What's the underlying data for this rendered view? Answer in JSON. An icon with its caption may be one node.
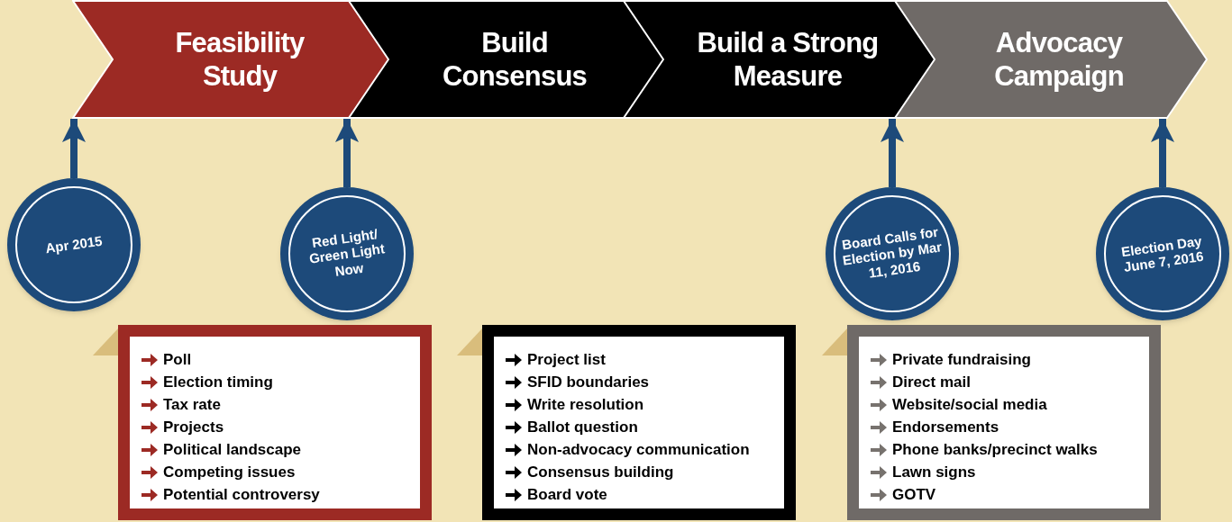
{
  "diagram": {
    "nodes": [
      {
        "text": [
          "Feasibility Study"
        ]
      },
      {
        "text": [
          "Build Consensus"
        ]
      },
      {
        "text": [
          "Build a Strong Measure"
        ]
      },
      {
        "text": [
          "Advocacy Campaign"
        ]
      },
      {
        "text": [
          "Apr 2015"
        ]
      },
      {
        "text": [
          "Red Light/ Green Light Now"
        ]
      },
      {
        "text": [
          "Board Calls for Election by Mar 11, 2016"
        ]
      },
      {
        "text": [
          "Election Day June 7, 2016"
        ]
      },
      {
        "text": [
          "Poll",
          "Election timing",
          "Tax rate",
          "Projects",
          "Political landscape",
          "Competing issues",
          "Potential controversy"
        ]
      },
      {
        "text": [
          "Project list",
          "SFID boundaries",
          "Write resolution",
          "Ballot question",
          "Non-advocacy communication",
          "Consensus building",
          "Board vote"
        ]
      },
      {
        "text": [
          "Private fundraising",
          "Direct mail",
          "Website/social media",
          "Endorsements",
          "Phone banks/precinct walks",
          "Lawn signs",
          "GOTV"
        ]
      }
    ],
    "edges": [
      {
        "from": 4,
        "to": 0,
        "arrow": "to"
      },
      {
        "from": 5,
        "to": 0,
        "arrow": "to"
      },
      {
        "from": 6,
        "to": 2,
        "arrow": "to"
      },
      {
        "from": 7,
        "to": 3,
        "arrow": "to"
      }
    ]
  }
}
